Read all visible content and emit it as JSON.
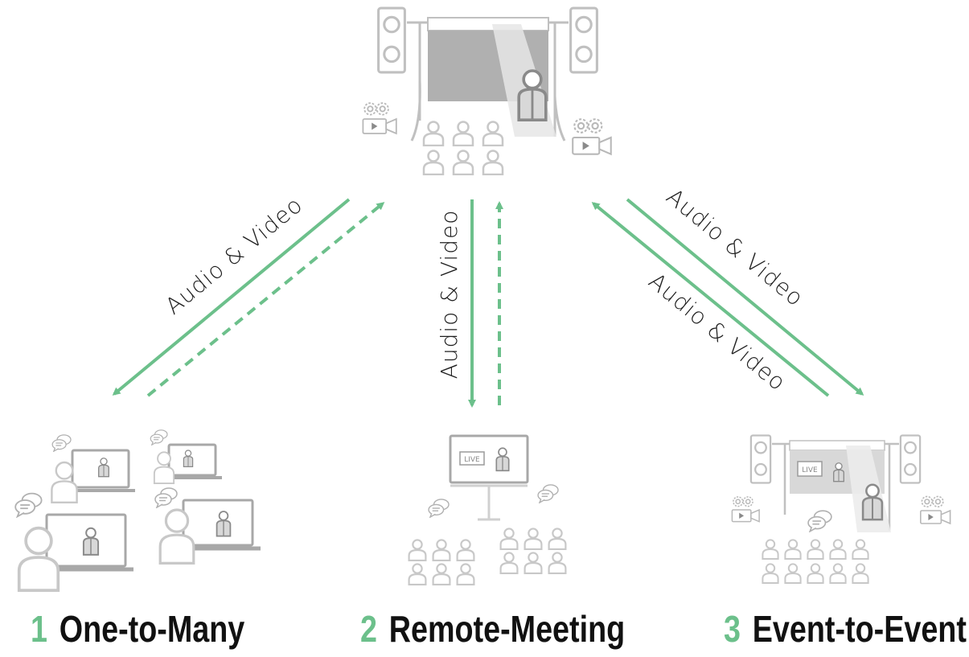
{
  "colors": {
    "accent": "#6cc08b",
    "icon": "#c8c8c8",
    "icon_dark": "#9a9a9a",
    "text": "#111111"
  },
  "flow_label": "Audio & Video",
  "scenarios": [
    {
      "number": "1",
      "title": "One-to-Many"
    },
    {
      "number": "2",
      "title": "Remote-Meeting"
    },
    {
      "number": "3",
      "title": "Event-to-Event"
    }
  ],
  "icons": {
    "central": "event-stage-icon",
    "one_to_many": "laptop-viewers-icon",
    "remote_meeting": "remote-meeting-room-icon",
    "event_to_event": "event-stage-small-icon"
  }
}
